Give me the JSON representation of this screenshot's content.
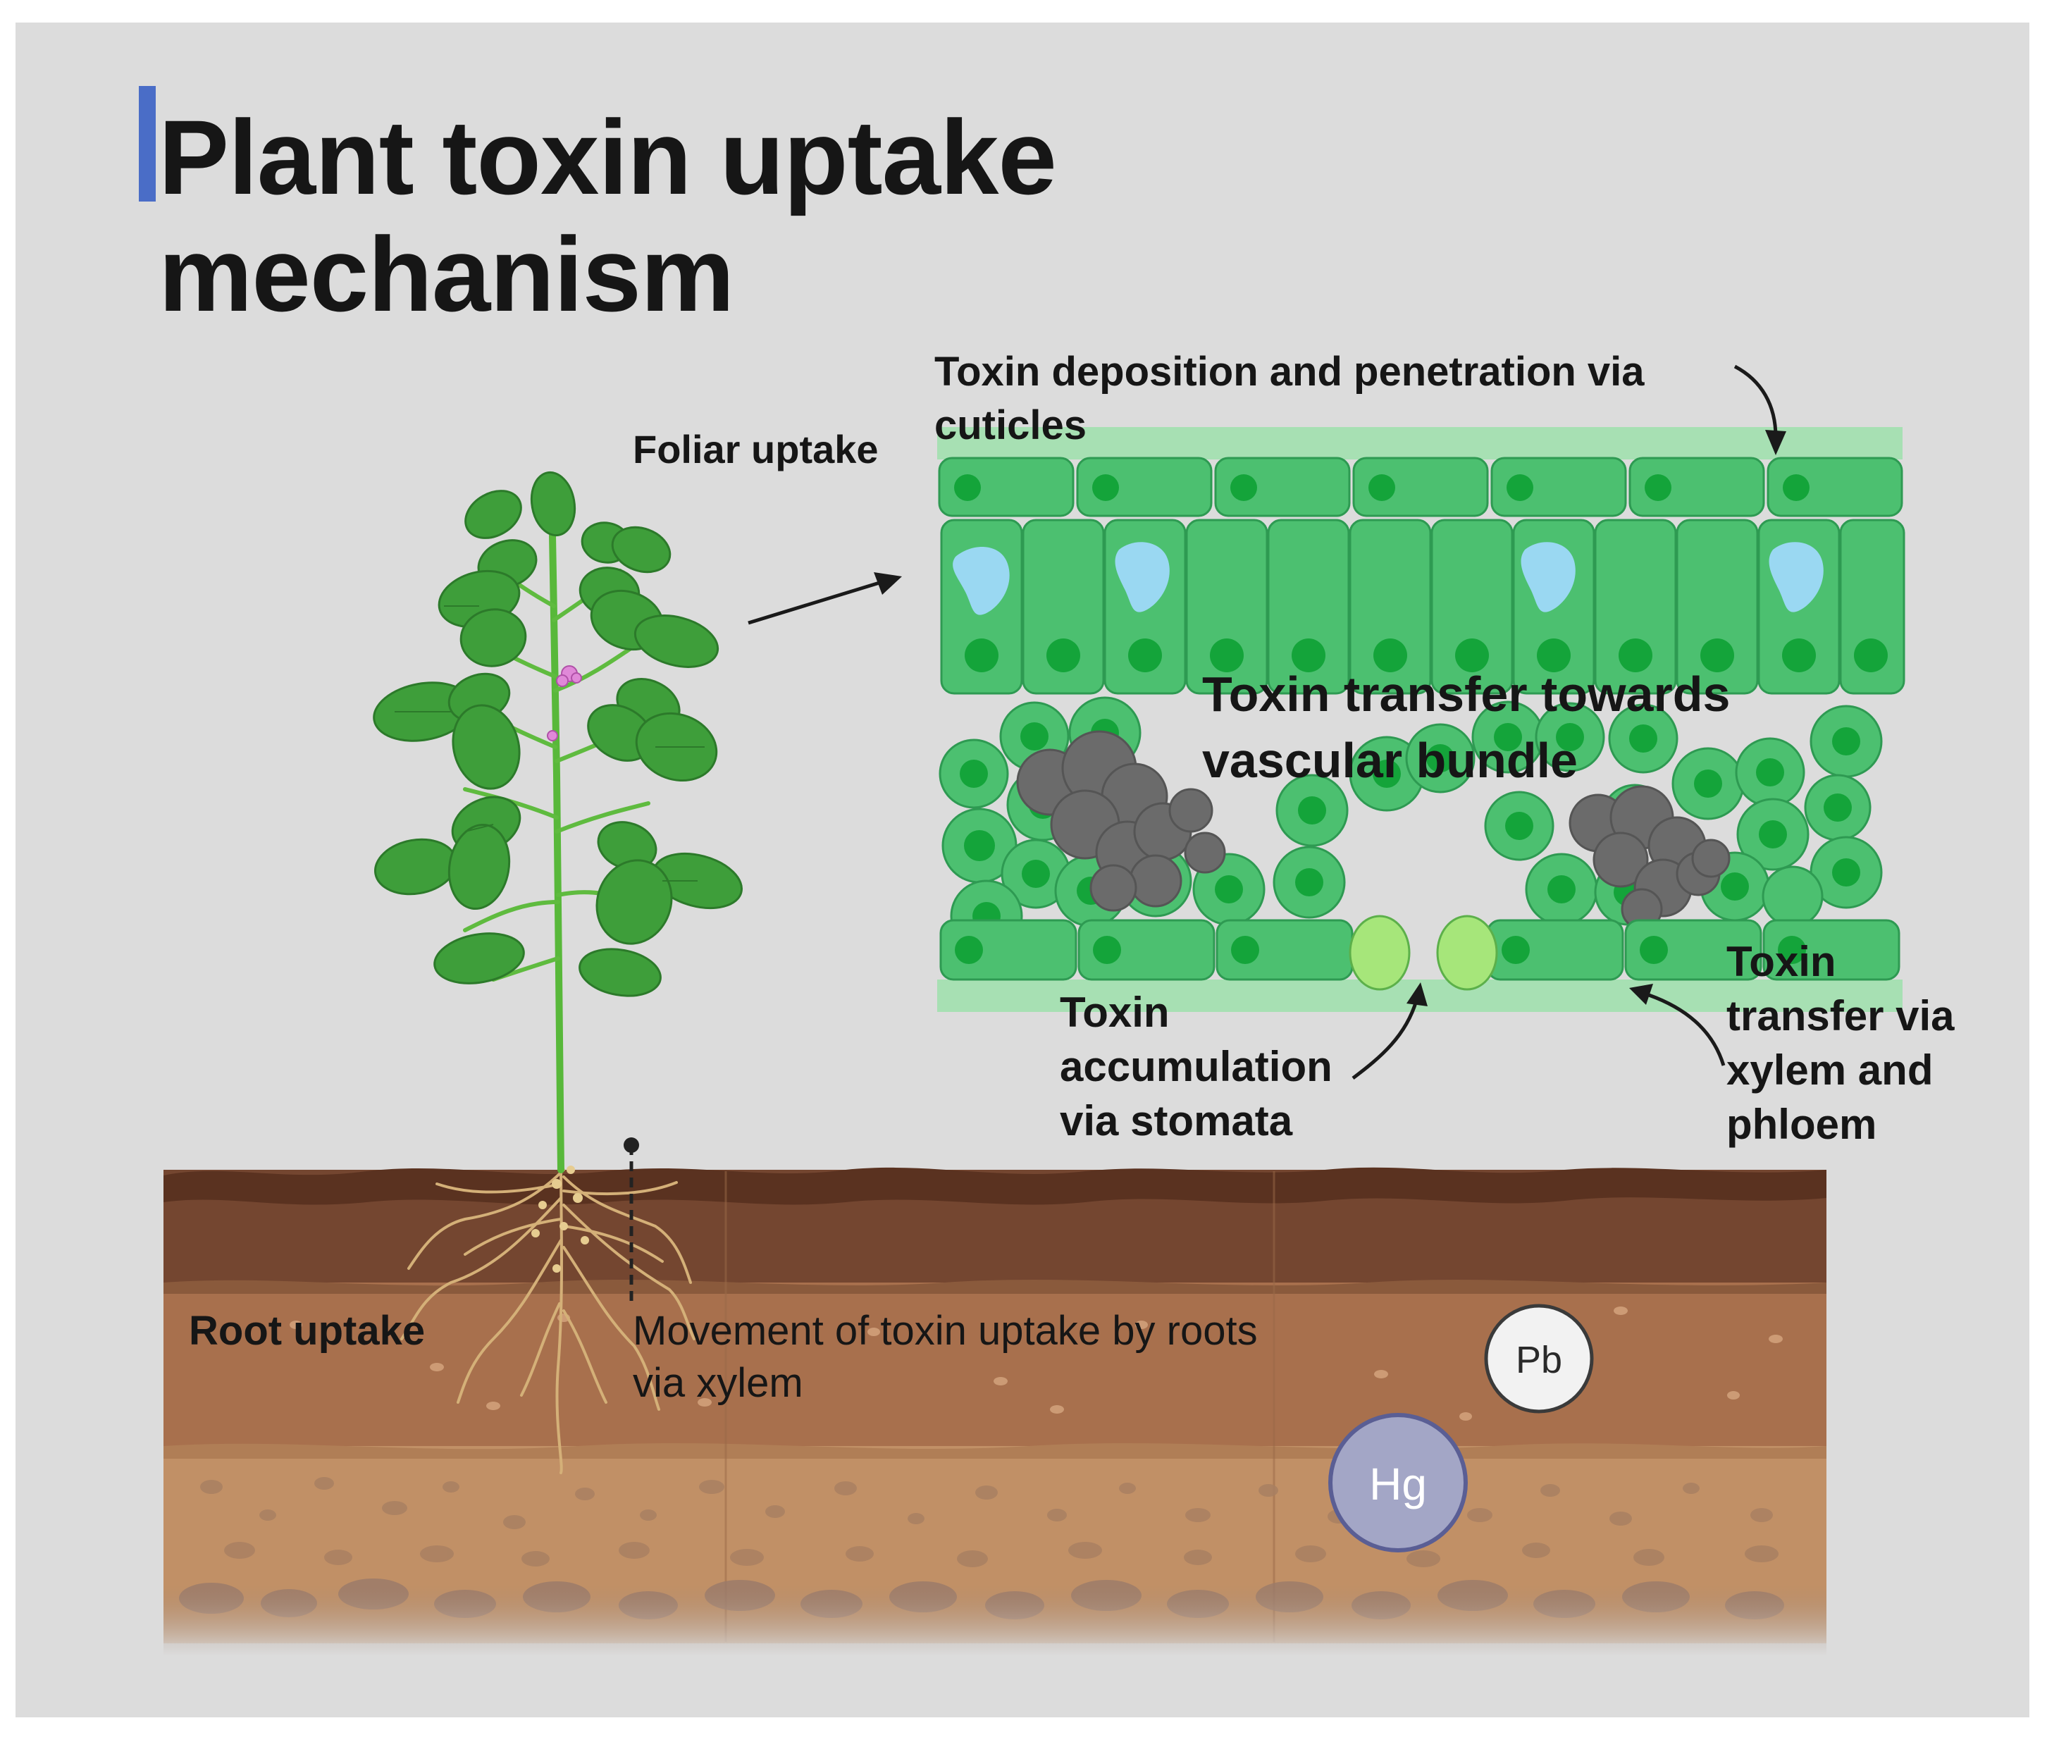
{
  "title": "Plant toxin uptake mechanism",
  "labels": {
    "foliar_uptake": "Foliar uptake",
    "cuticle": "Toxin deposition and penetration via cuticles",
    "vascular": "Toxin transfer towards vascular bundle",
    "stomata": "Toxin accumulation via stomata",
    "xylem_phloem": "Toxin transfer via xylem and phloem",
    "root_uptake": "Root uptake",
    "root_movement": "Movement of toxin uptake by roots via xylem"
  },
  "elements": {
    "pb": "Pb",
    "hg": "Hg"
  },
  "colors": {
    "background": "#dcdcdc",
    "accent_bar": "#4a6dc7",
    "cell_green": "#4cc070",
    "cell_outline": "#2e9a52",
    "nucleus": "#14a43a",
    "vacuole": "#9ad8f2",
    "cuticle": "#a7e0b3",
    "guard_cell": "#a6e67a",
    "toxin_cloud": "#6b6b6b",
    "leaf": "#3e9e3a",
    "stem": "#58b83a",
    "soil_top": "#5a3220",
    "soil_mid": "#a8704d",
    "soil_bottom": "#c19066",
    "hg_fill": "#a3a6c6",
    "pb_fill": "#f2f2f2"
  }
}
